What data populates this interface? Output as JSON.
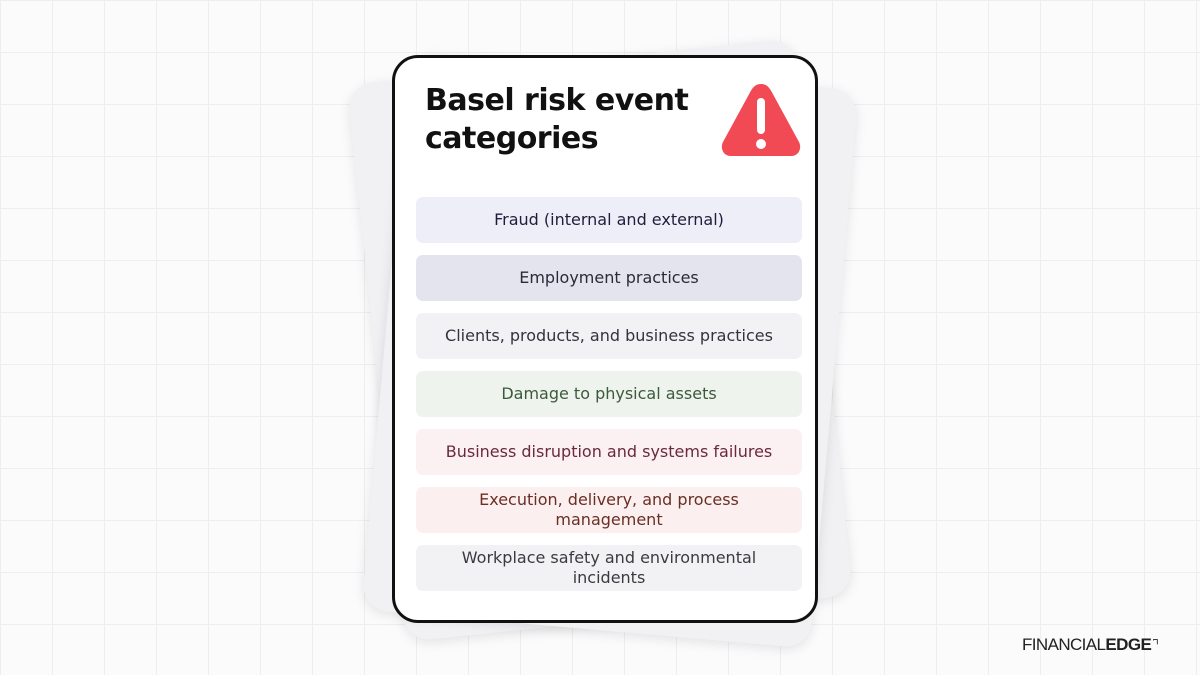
{
  "card": {
    "title": "Basel risk event categories",
    "icon": "warning-triangle-icon",
    "items": [
      {
        "label": "Fraud (internal and external)",
        "bg": "#eeeef8",
        "color": "#1e1e3c"
      },
      {
        "label": "Employment practices",
        "bg": "#e4e4ee",
        "color": "#2a2a3a"
      },
      {
        "label": "Clients, products, and business practices",
        "bg": "#f2f2f4",
        "color": "#333340"
      },
      {
        "label": "Damage to physical assets",
        "bg": "#eff3ee",
        "color": "#3b5a3b"
      },
      {
        "label": "Business disruption and systems failures",
        "bg": "#fbf0f2",
        "color": "#6a2a3c"
      },
      {
        "label": "Execution, delivery, and process management",
        "bg": "#fcefef",
        "color": "#6a2e24"
      },
      {
        "label": "Workplace safety and environmental incidents",
        "bg": "#f2f2f4",
        "color": "#3a3a40"
      }
    ]
  },
  "logo": {
    "word1": "FINANCIAL",
    "word2": "EDGE"
  },
  "colors": {
    "accent_red": "#f14a54",
    "card_border": "#111111"
  }
}
